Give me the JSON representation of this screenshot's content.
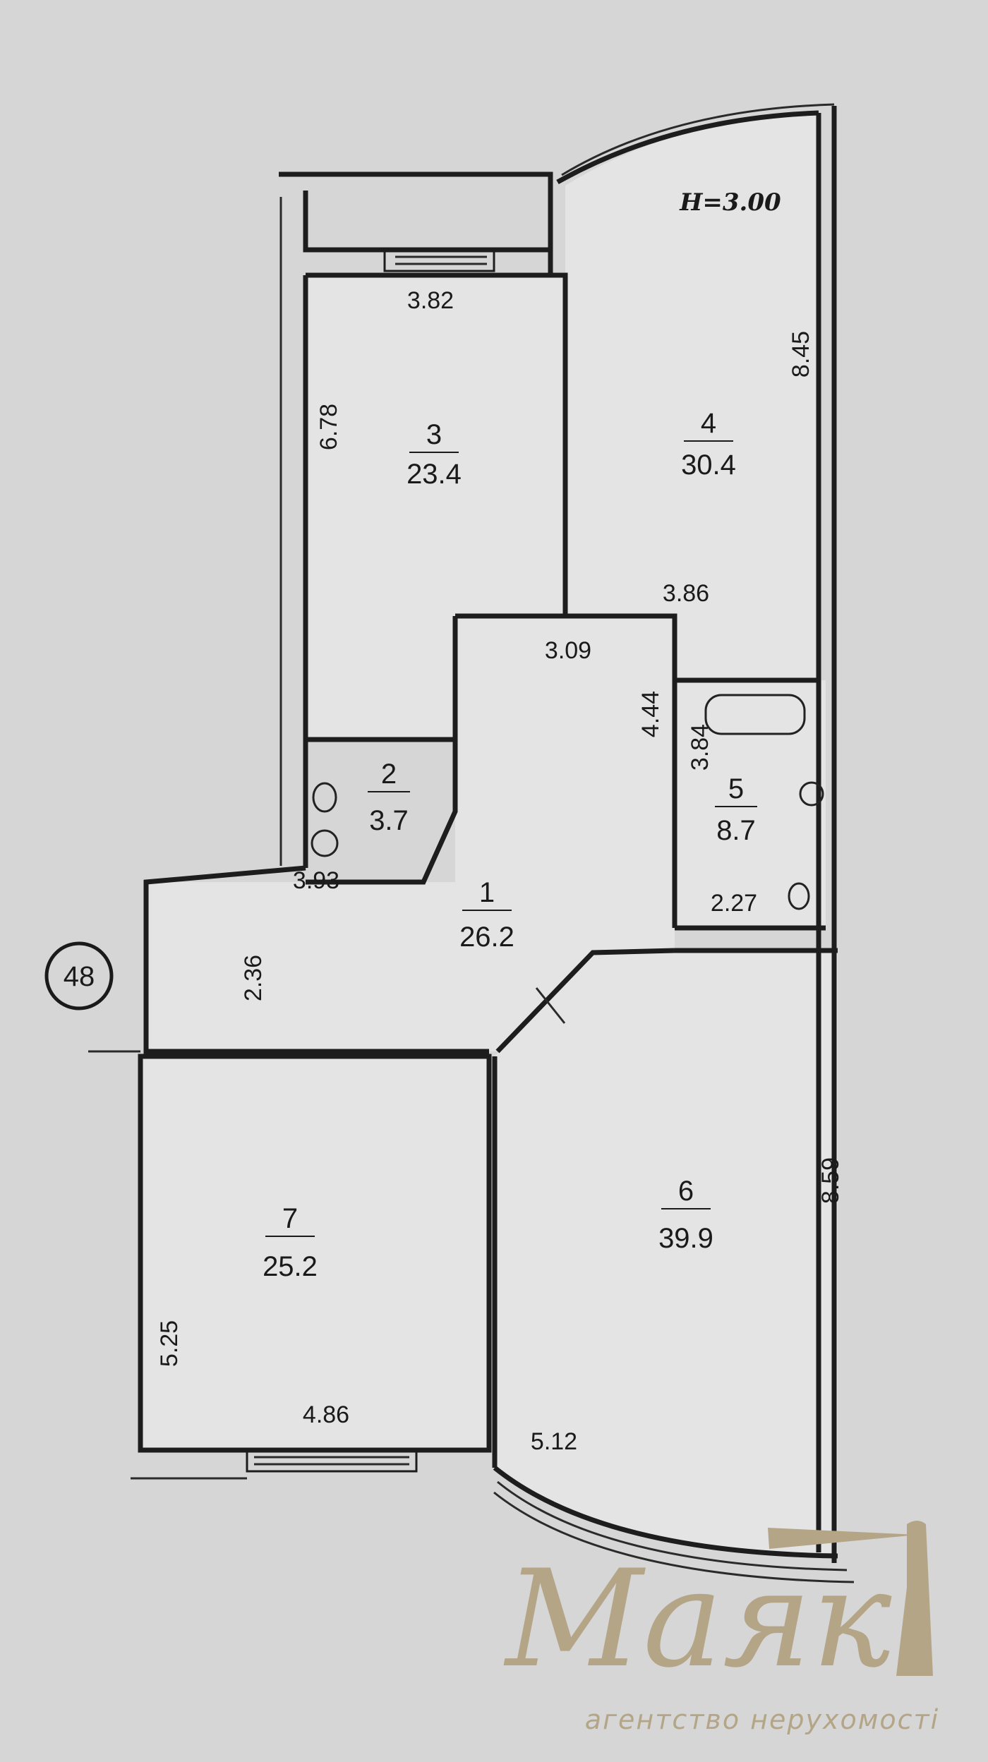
{
  "plan": {
    "ceiling_height": "H=3.00",
    "building_marker": "48",
    "rooms": [
      {
        "number": "1",
        "area": "26.2"
      },
      {
        "number": "2",
        "area": "3.7"
      },
      {
        "number": "3",
        "area": "23.4"
      },
      {
        "number": "4",
        "area": "30.4"
      },
      {
        "number": "5",
        "area": "8.7"
      },
      {
        "number": "6",
        "area": "39.9"
      },
      {
        "number": "7",
        "area": "25.2"
      }
    ],
    "dimensions": {
      "room3_width": "3.82",
      "room3_length": "6.78",
      "room4_length": "8.45",
      "room4_width": "3.86",
      "corridor_width": "3.09",
      "corridor_length": "4.44",
      "bath_length": "3.84",
      "bath_width": "2.27",
      "hall_width": "3.93",
      "hall_depth": "2.36",
      "room7_length": "5.25",
      "room7_width": "4.86",
      "room6_length": "8.59",
      "room6_width": "5.12"
    }
  },
  "logo": {
    "brand": "Маяк",
    "tagline": "агентство нерухомості"
  }
}
